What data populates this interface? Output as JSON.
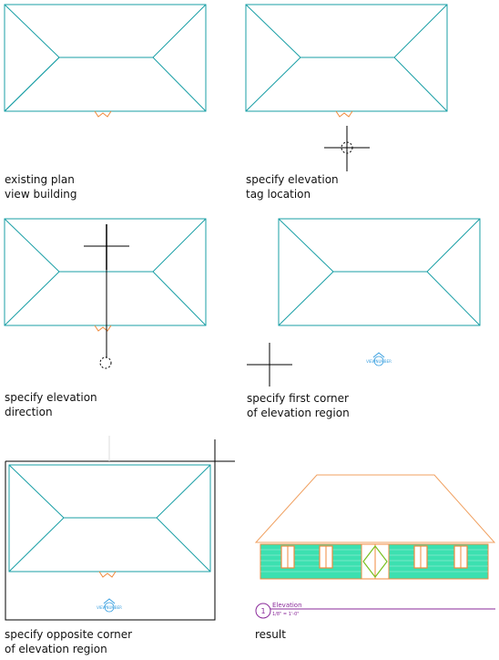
{
  "steps": [
    {
      "line1": "existing plan",
      "line2": "view building"
    },
    {
      "line1": "specify elevation",
      "line2": "tag location"
    },
    {
      "line1": "specify elevation",
      "line2": "direction"
    },
    {
      "line1": "specify first corner",
      "line2": "of elevation region"
    },
    {
      "line1": "specify opposite corner",
      "line2": "of elevation region"
    },
    {
      "line1": "result",
      "line2": ""
    }
  ],
  "elevation_tag": {
    "label": "VIEWNUMBER"
  },
  "result_label": {
    "number": "1",
    "title": "Elevation",
    "scale": "1/8\" = 1'-0\""
  },
  "colors": {
    "roof_lines": "#1a9fa6",
    "door_marker": "#f08a3c",
    "tag": "#3aa0e0",
    "cursor": "#000000",
    "roof_elevation": "#f0a060",
    "wall_fill": "#3ce0b0",
    "label_purple": "#8a2a9a"
  }
}
